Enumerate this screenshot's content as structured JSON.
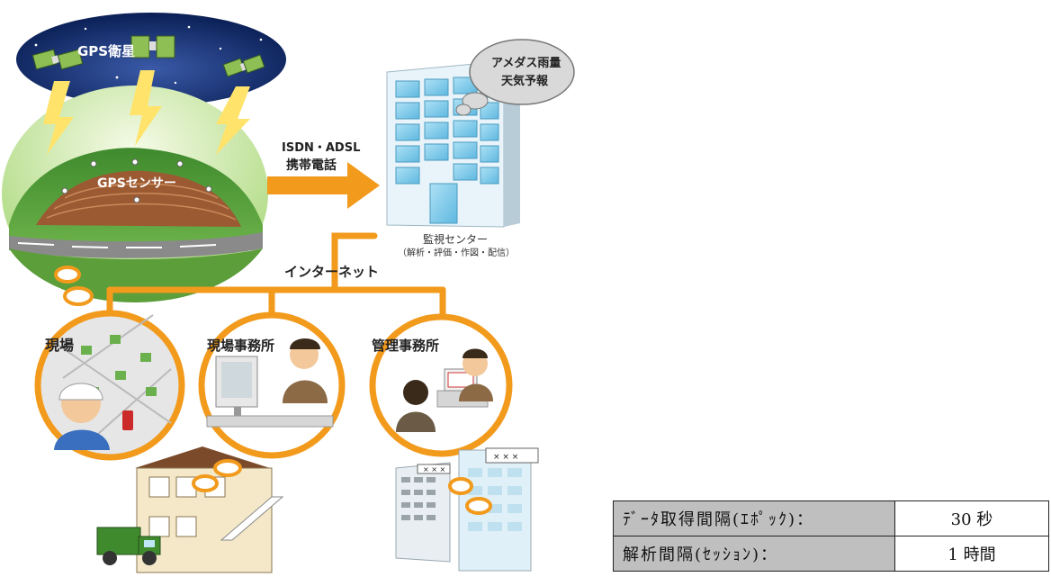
{
  "diagram": {
    "satellites_label": "GPS衛星",
    "sensor_label": "GPSセンサー",
    "link_label_line1": "ISDN・ADSL",
    "link_label_line2": "携帯電話",
    "bubble_line1": "アメダス雨量",
    "bubble_line2": "天気予報",
    "center_label": "監視センター",
    "center_sublabel": "（解析・評価・作図・配信）",
    "internet_label": "インターネット",
    "site_label": "現場",
    "site_office_label": "現場事務所",
    "mgmt_office_label": "管理事務所",
    "building_sign": "× × ×"
  },
  "spec_table": {
    "rows": [
      {
        "key": "ﾃﾞｰﾀ取得間隔(ｴﾎﾟｯｸ)：",
        "value": "30 秒"
      },
      {
        "key": "解析間隔(ｾｯｼｮﾝ)：",
        "value": "1 時間"
      }
    ]
  },
  "colors": {
    "orange": "#f29a1c",
    "sky": "#0f2a6b",
    "hill": "#5c9e3a",
    "building": "#cfe8f2"
  }
}
